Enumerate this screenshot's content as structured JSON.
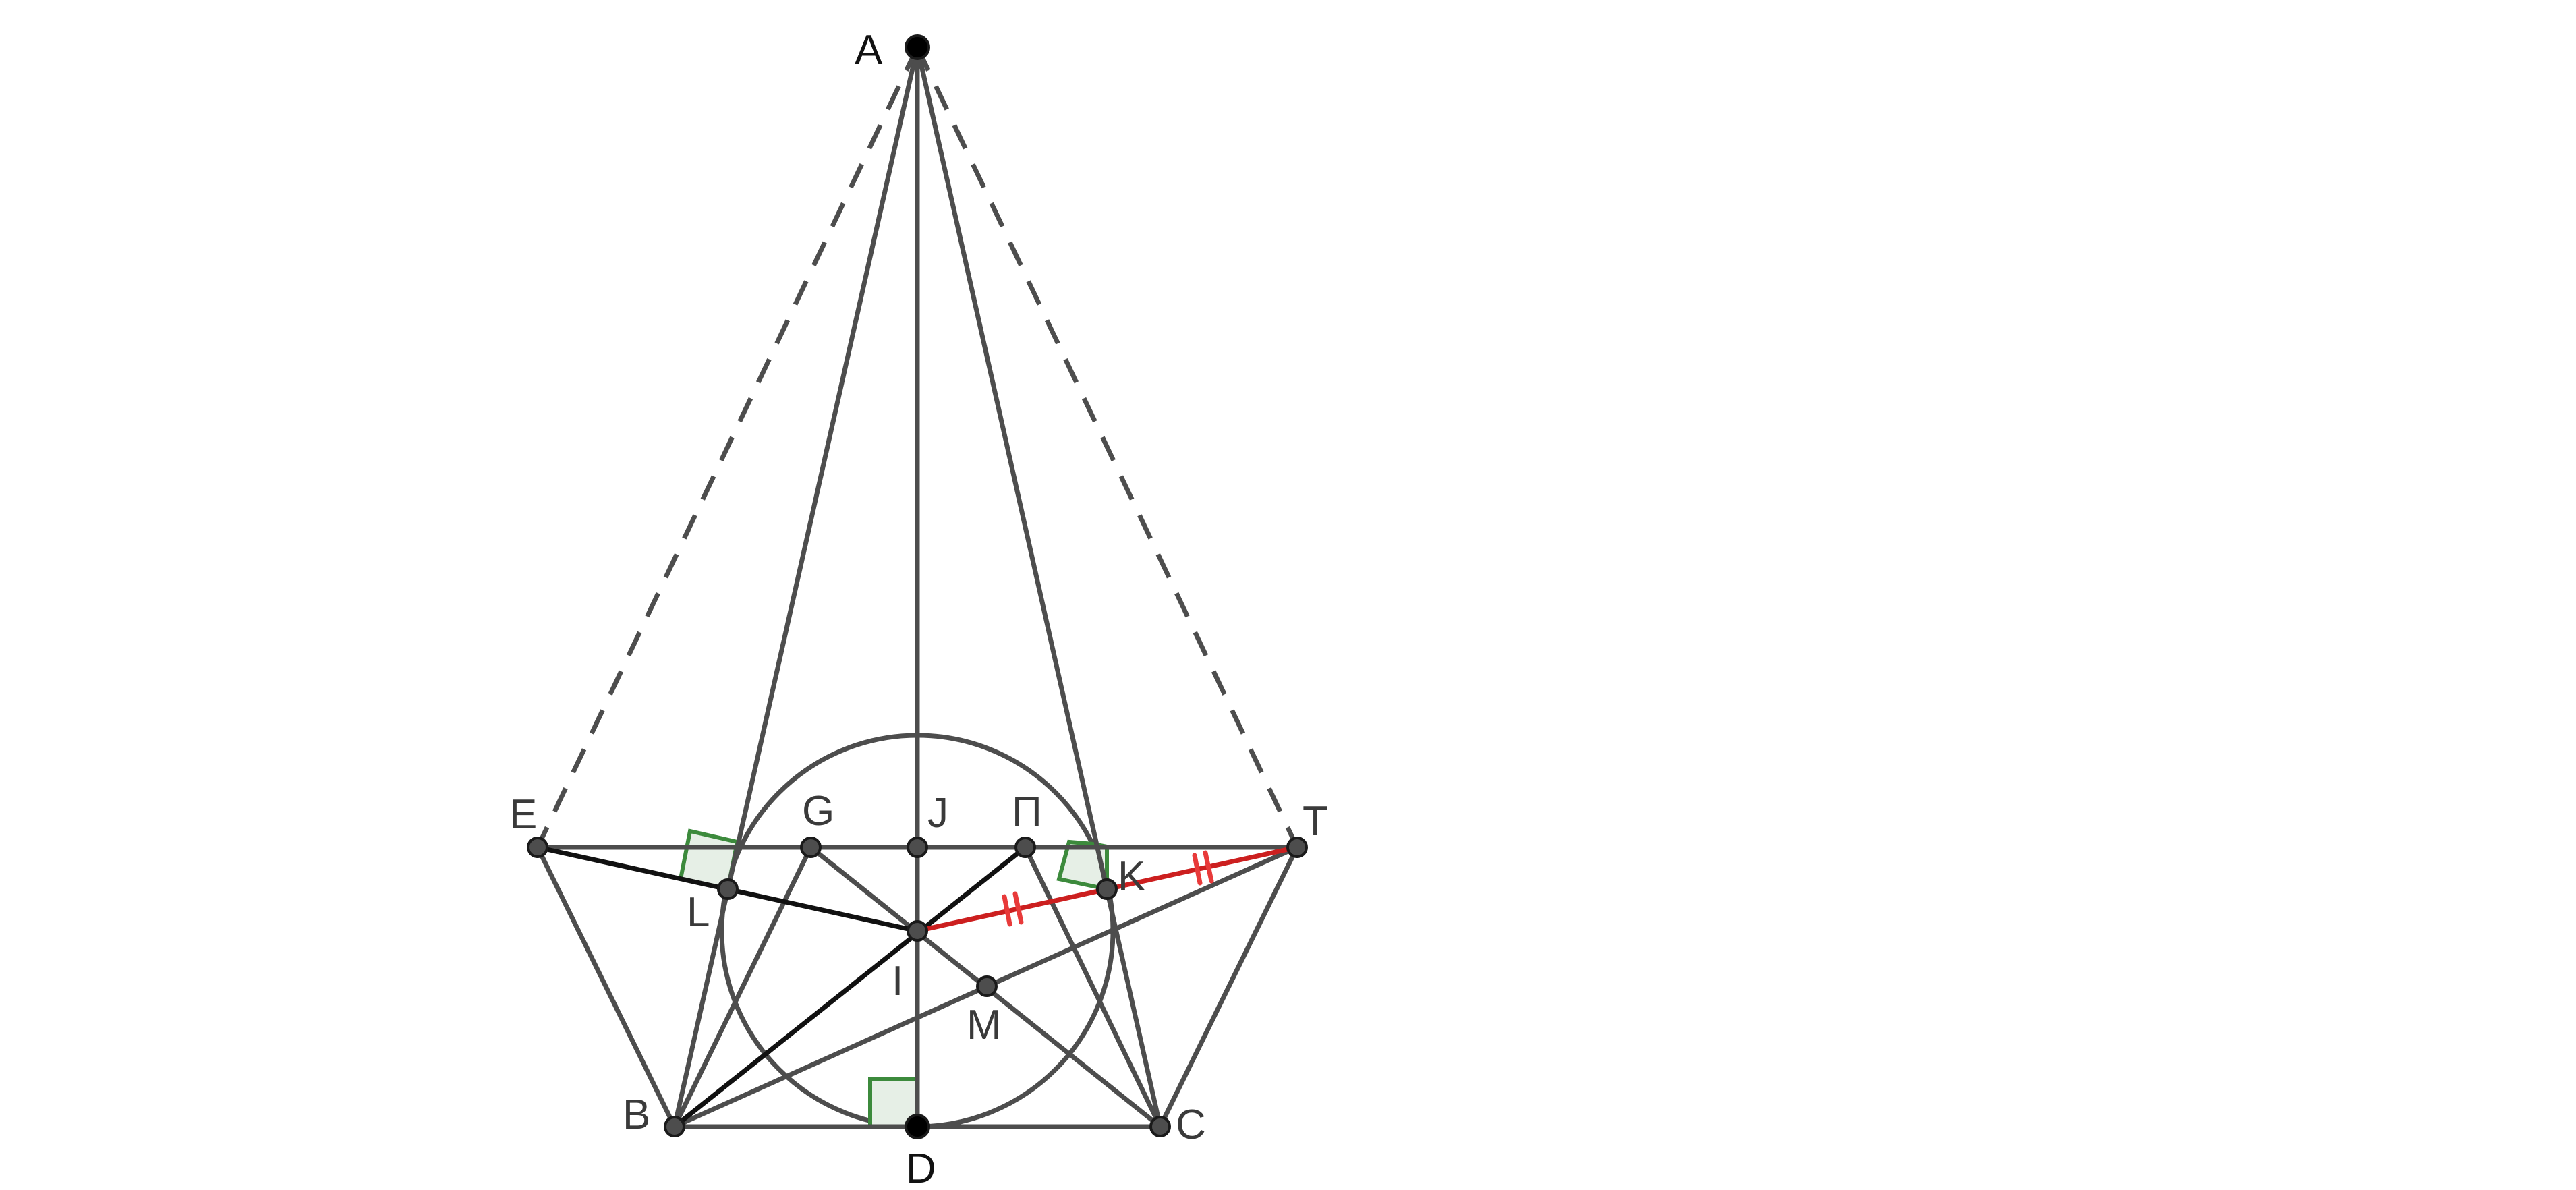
{
  "figure": {
    "points": [
      {
        "id": "A",
        "label": "A"
      },
      {
        "id": "B",
        "label": "B"
      },
      {
        "id": "C",
        "label": "C"
      },
      {
        "id": "D",
        "label": "D"
      },
      {
        "id": "E",
        "label": "E"
      },
      {
        "id": "T",
        "label": "T"
      },
      {
        "id": "G",
        "label": "G"
      },
      {
        "id": "J",
        "label": "J"
      },
      {
        "id": "Pi",
        "label": "Π"
      },
      {
        "id": "K",
        "label": "K"
      },
      {
        "id": "L",
        "label": "L"
      },
      {
        "id": "I",
        "label": "I"
      },
      {
        "id": "M",
        "label": "M"
      }
    ],
    "colors": {
      "line": "#4d4d4d",
      "dark_line": "#111111",
      "red_line": "#cc1f1f",
      "tick": "#e83a3a",
      "right_angle": "#3c8a3c",
      "right_angle_fill": "#e6efe6",
      "point_fill": "#4d4d4d",
      "point_dark": "#000000"
    }
  }
}
